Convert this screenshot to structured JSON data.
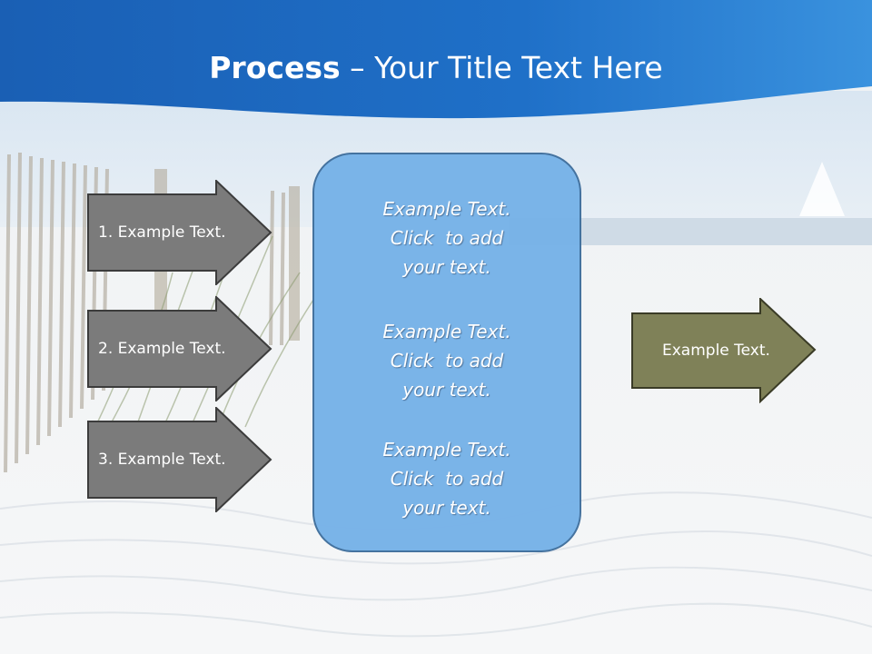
{
  "title": {
    "bold": "Process",
    "separator": " – ",
    "rest": "Your Title Text Here"
  },
  "inputs": [
    {
      "label": "1. Example Text."
    },
    {
      "label": "2. Example Text."
    },
    {
      "label": "3. Example Text."
    }
  ],
  "center": {
    "blocks": [
      {
        "line1": "Example Text.",
        "line2": "Click  to add",
        "line3": "your text."
      },
      {
        "line1": "Example Text.",
        "line2": "Click  to add",
        "line3": "your text."
      },
      {
        "line1": "Example Text.",
        "line2": "Click  to add",
        "line3": "your text."
      }
    ]
  },
  "output": {
    "label": "Example Text."
  },
  "colors": {
    "header_blue": "#1f6cc2",
    "input_arrow": "#7b7b7b",
    "center_box": "#76b2e8",
    "output_arrow": "#7f8158"
  }
}
